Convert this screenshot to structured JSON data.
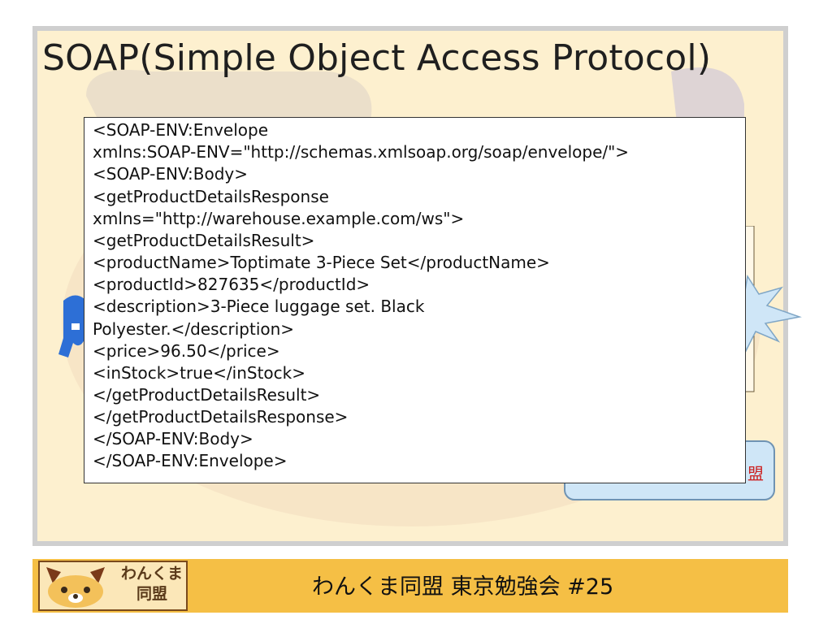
{
  "slide": {
    "title": "SOAP(Simple Object Access Protocol)"
  },
  "code": {
    "lines": [
      "<SOAP-ENV:Envelope",
      "    xmlns:SOAP-ENV=\"http://schemas.xmlsoap.org/soap/envelope/\">",
      "  <SOAP-ENV:Body>",
      "    <getProductDetailsResponse",
      "xmlns=\"http://warehouse.example.com/ws\">",
      "      <getProductDetailsResult>",
      "        <productName>Toptimate 3-Piece Set</productName>",
      "        <productId>827635</productId>",
      "        <description>3-Piece luggage set.  Black",
      "Polyester.</description>",
      "        <price>96.50</price>",
      "        <inStock>true</inStock>",
      "      </getProductDetailsResult>",
      "    </getProductDetailsResponse>",
      "  </SOAP-ENV:Body>",
      "</SOAP-ENV:Envelope>"
    ]
  },
  "footer": {
    "logo_text_line1": "わんくま",
    "logo_text_line2": "同盟",
    "text": "わんくま同盟 東京勉強会 #25"
  },
  "colors": {
    "footer_bar": "#f5bf45",
    "slide_bg": "#fdf0cf",
    "accent_blue": "#2d6fd6",
    "callout_blue": "#cfe6f7"
  }
}
